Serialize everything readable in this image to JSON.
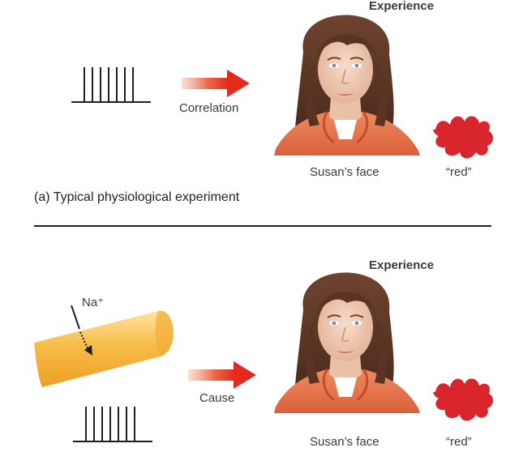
{
  "panel_a": {
    "heading": "Experience",
    "arrow_label": "Correlation",
    "face_label": "Susan’s face",
    "color_label": "“red”",
    "caption": "(a) Typical physiological experiment",
    "colors": {
      "arrow": "#e63323",
      "red_blob": "#d9262c"
    },
    "icons": [
      "spike-train-icon",
      "arrow-right-icon",
      "face-illustration",
      "red-blob-icon"
    ]
  },
  "panel_b": {
    "heading": "Experience",
    "ion_label": "Na⁺",
    "arrow_label": "Cause",
    "face_label": "Susan’s face",
    "color_label": "“red”",
    "colors": {
      "arrow": "#e63323",
      "red_blob": "#d9262c",
      "axon": "#f5b942"
    },
    "icons": [
      "axon-icon",
      "ion-flow-arrow-icon",
      "spike-train-icon",
      "arrow-right-icon",
      "face-illustration",
      "red-blob-icon"
    ]
  }
}
